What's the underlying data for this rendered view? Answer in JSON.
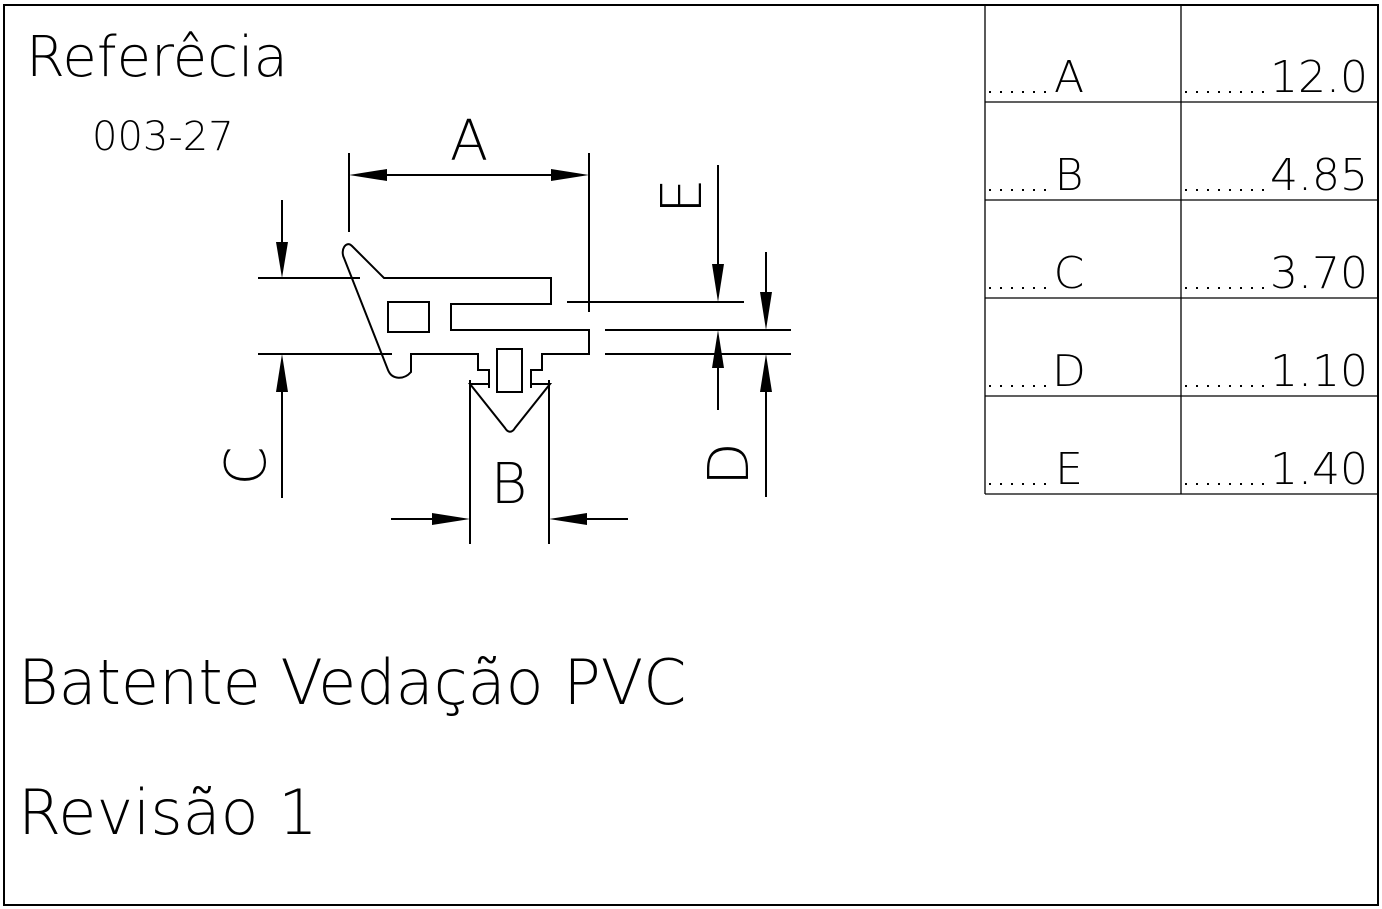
{
  "drawing": {
    "reference_label": "Referêcia",
    "reference_code": "003-27",
    "title": "Batente Vedação PVC",
    "revision": "Revisão 1"
  },
  "dimension_labels": {
    "a": "A",
    "b": "B",
    "c": "C",
    "d": "D",
    "e": "E"
  },
  "dimension_table": [
    {
      "key": "A",
      "value": "12.0"
    },
    {
      "key": "B",
      "value": "4.85"
    },
    {
      "key": "C",
      "value": "3.70"
    },
    {
      "key": "D",
      "value": "1.10"
    },
    {
      "key": "E",
      "value": "1.40"
    }
  ]
}
